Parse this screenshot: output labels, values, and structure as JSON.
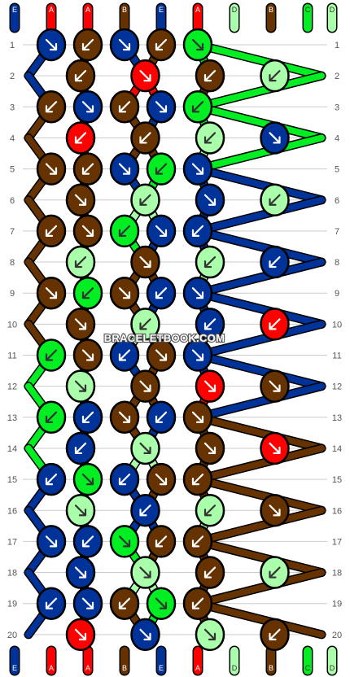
{
  "watermark": "BRACELETBOOK.COM",
  "colors": {
    "A": "#ff0000",
    "B": "#663300",
    "C": "#00ee22",
    "D": "#aaffaa",
    "E": "#003399",
    "outline": "#000000",
    "row_line": "#cccccc"
  },
  "strands_top": [
    "E",
    "A",
    "A",
    "B",
    "E",
    "A",
    "D",
    "B",
    "C",
    "D"
  ],
  "strands_bottom": [
    "E",
    "A",
    "A",
    "B",
    "E",
    "A",
    "D",
    "B",
    "C",
    "D"
  ],
  "row_labels": [
    "1",
    "2",
    "3",
    "4",
    "5",
    "6",
    "7",
    "8",
    "9",
    "10",
    "11",
    "12",
    "13",
    "14",
    "15",
    "16",
    "17",
    "18",
    "19",
    "20"
  ],
  "knot_icons": [
    "arrow-down-right-icon",
    "arrow-down-left-icon"
  ],
  "knots": [
    [
      [
        "E",
        "r"
      ],
      [
        "B",
        "l"
      ],
      [
        "E",
        "r"
      ],
      [
        "B",
        "l"
      ],
      [
        "C",
        "r"
      ]
    ],
    [
      [
        "B",
        "l"
      ],
      [
        "A",
        "r"
      ],
      [
        "B",
        "l"
      ],
      [
        "D",
        "l"
      ]
    ],
    [
      [
        "B",
        "l"
      ],
      [
        "E",
        "r"
      ],
      [
        "B",
        "l"
      ],
      [
        "E",
        "r"
      ],
      [
        "C",
        "l"
      ]
    ],
    [
      [
        "A",
        "l"
      ],
      [
        "B",
        "l"
      ],
      [
        "D",
        "l"
      ],
      [
        "E",
        "r"
      ]
    ],
    [
      [
        "B",
        "r"
      ],
      [
        "B",
        "l"
      ],
      [
        "E",
        "r"
      ],
      [
        "C",
        "l"
      ],
      [
        "E",
        "r"
      ]
    ],
    [
      [
        "B",
        "r"
      ],
      [
        "D",
        "l"
      ],
      [
        "E",
        "r"
      ],
      [
        "D",
        "l"
      ]
    ],
    [
      [
        "B",
        "l"
      ],
      [
        "B",
        "r"
      ],
      [
        "C",
        "l"
      ],
      [
        "E",
        "r"
      ],
      [
        "E",
        "l"
      ]
    ],
    [
      [
        "D",
        "l"
      ],
      [
        "B",
        "r"
      ],
      [
        "D",
        "l"
      ],
      [
        "E",
        "l"
      ]
    ],
    [
      [
        "B",
        "r"
      ],
      [
        "C",
        "l"
      ],
      [
        "B",
        "r"
      ],
      [
        "E",
        "l"
      ],
      [
        "E",
        "r"
      ]
    ],
    [
      [
        "B",
        "r"
      ],
      [
        "D",
        "l"
      ],
      [
        "E",
        "l"
      ],
      [
        "A",
        "l"
      ]
    ],
    [
      [
        "C",
        "l"
      ],
      [
        "B",
        "r"
      ],
      [
        "E",
        "l"
      ],
      [
        "B",
        "r"
      ],
      [
        "E",
        "r"
      ]
    ],
    [
      [
        "D",
        "r"
      ],
      [
        "B",
        "r"
      ],
      [
        "A",
        "r"
      ],
      [
        "B",
        "r"
      ]
    ],
    [
      [
        "C",
        "l"
      ],
      [
        "E",
        "l"
      ],
      [
        "B",
        "r"
      ],
      [
        "E",
        "l"
      ],
      [
        "B",
        "r"
      ]
    ],
    [
      [
        "E",
        "l"
      ],
      [
        "D",
        "r"
      ],
      [
        "B",
        "r"
      ],
      [
        "A",
        "r"
      ]
    ],
    [
      [
        "E",
        "l"
      ],
      [
        "C",
        "r"
      ],
      [
        "E",
        "l"
      ],
      [
        "B",
        "r"
      ],
      [
        "B",
        "l"
      ]
    ],
    [
      [
        "D",
        "r"
      ],
      [
        "E",
        "l"
      ],
      [
        "D",
        "l"
      ],
      [
        "B",
        "r"
      ]
    ],
    [
      [
        "E",
        "r"
      ],
      [
        "E",
        "l"
      ],
      [
        "C",
        "r"
      ],
      [
        "B",
        "l"
      ],
      [
        "B",
        "l"
      ]
    ],
    [
      [
        "E",
        "r"
      ],
      [
        "D",
        "r"
      ],
      [
        "B",
        "l"
      ],
      [
        "D",
        "l"
      ]
    ],
    [
      [
        "E",
        "l"
      ],
      [
        "E",
        "r"
      ],
      [
        "B",
        "l"
      ],
      [
        "C",
        "r"
      ],
      [
        "B",
        "l"
      ]
    ],
    [
      [
        "A",
        "r"
      ],
      [
        "E",
        "r"
      ],
      [
        "D",
        "r"
      ],
      [
        "B",
        "l"
      ]
    ]
  ]
}
